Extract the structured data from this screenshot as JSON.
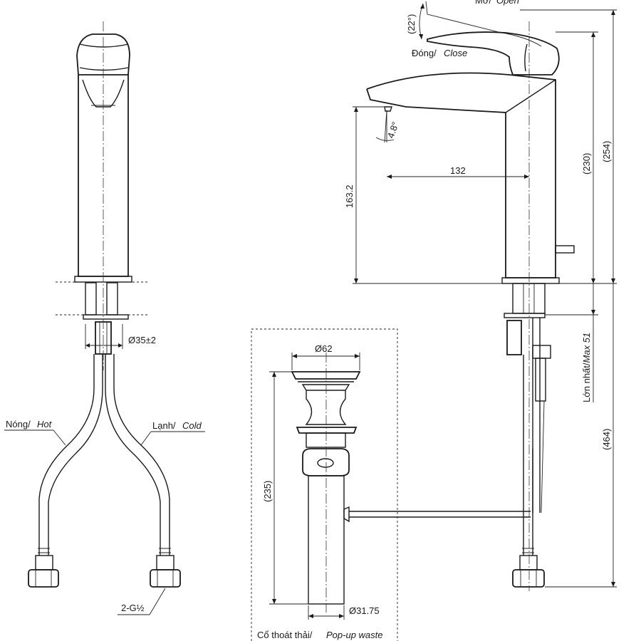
{
  "dimensions": {
    "open_angle": "(22°)",
    "spout_tilt": "4.8°",
    "spout_reach": "132",
    "spout_height": "163.2",
    "height_230": "(230)",
    "height_254": "(254)",
    "max_deck": "Lớn nhất/",
    "max_deck_en": "Max 51",
    "hose_length": "(464)",
    "hole_dia": "Ø35±2",
    "flange_dia": "Ø62",
    "waste_length": "(235)",
    "tail_dia": "Ø31.75",
    "connector": "2-G½"
  },
  "labels": {
    "open_vi": "Mở/",
    "open_en": "Open",
    "close_vi": "Đóng/",
    "close_en": "Close",
    "hot_vi": "Nóng/",
    "hot_en": "Hot",
    "cold_vi": "Lạnh/",
    "cold_en": "Cold",
    "waste_vi": "Cổ thoát thải/",
    "waste_en": "Pop-up waste"
  }
}
